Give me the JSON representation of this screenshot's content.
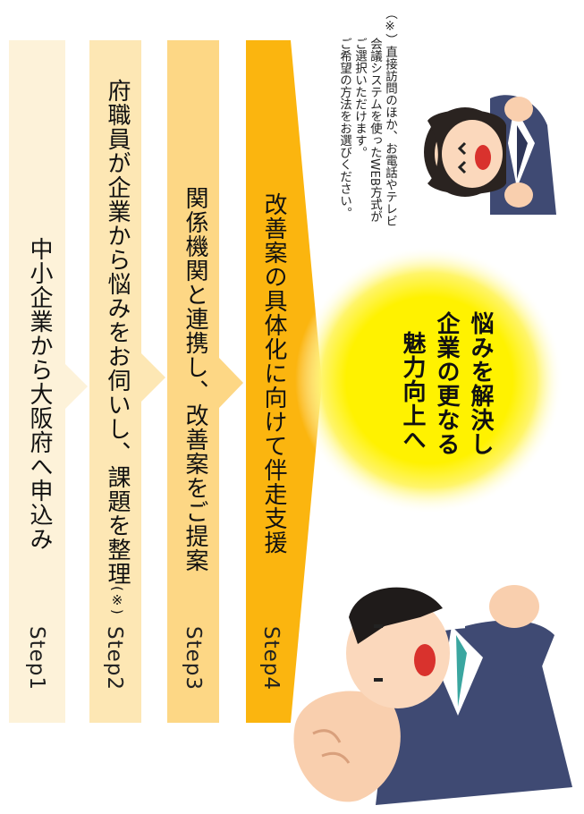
{
  "colors": {
    "step1": "#fdf2d9",
    "step2": "#fde7b4",
    "step3": "#fdd785",
    "step4": "#fbb50f",
    "glow_center": "#fff200",
    "suit": "#3f4a73"
  },
  "steps": [
    {
      "label": "Step1",
      "text": "中小企業から大阪府へ申込み"
    },
    {
      "label": "Step2",
      "text": "府職員が企業から悩みをお伺いし、課題を整理",
      "note_mark": "(※)"
    },
    {
      "label": "Step3",
      "text": "関係機関と連携し、改善案をご提案"
    },
    {
      "label": "Step4",
      "text": "改善案の具体化に向けて伴走支援"
    }
  ],
  "note": {
    "lines": [
      "（※）直接訪問のほか、お電話やテレビ",
      "会議システムを使ったWEB方式が",
      "ご選択いただけます。",
      "ご希望の方法をお選びください。"
    ]
  },
  "goal": {
    "lines": [
      "悩みを解決し",
      "企業の更なる",
      "魅力向上へ"
    ]
  }
}
